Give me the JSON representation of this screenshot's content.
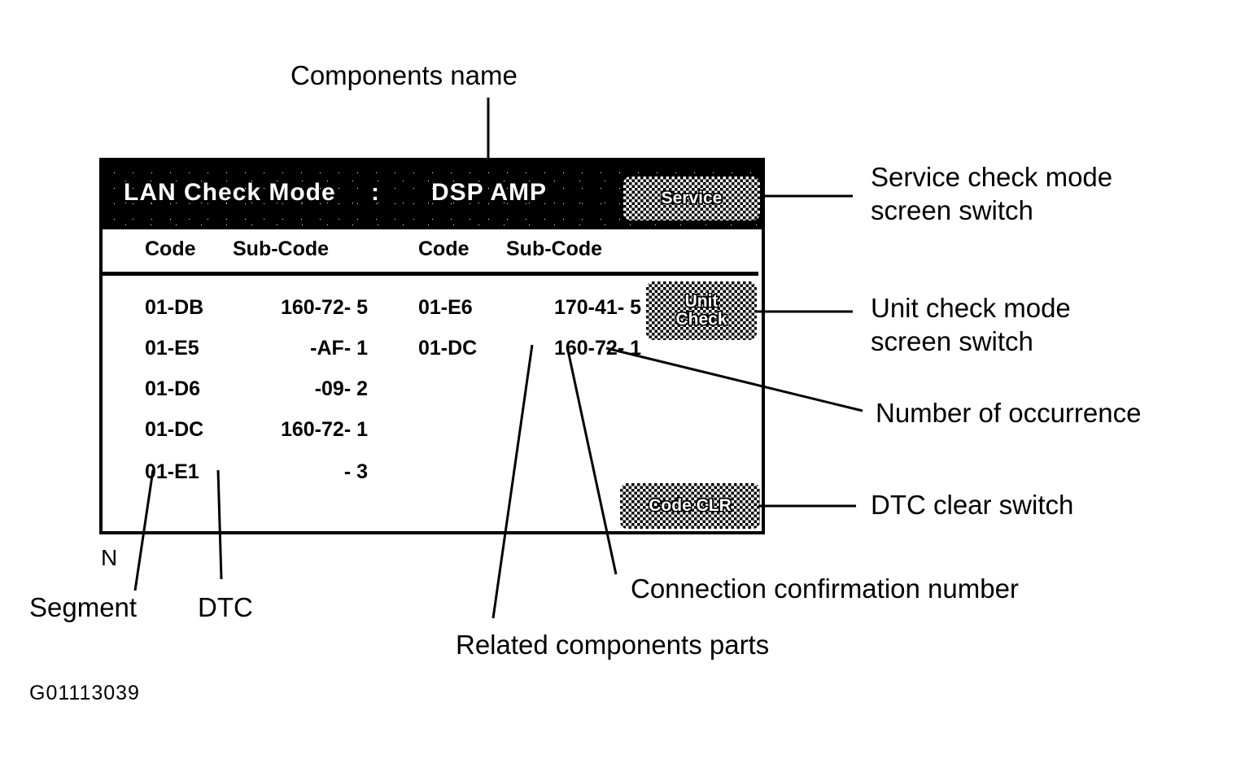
{
  "figure": {
    "id": "G01113039",
    "callout_top": "Components name",
    "marker_n": "N"
  },
  "screen": {
    "header": {
      "mode_label": "LAN Check Mode",
      "separator": ":",
      "component_name": "DSP AMP",
      "service_button": "Service"
    },
    "buttons": {
      "unit_check_line1": "Unit",
      "unit_check_line2": "Check",
      "code_clear": "Code CLR"
    },
    "table": {
      "headers": [
        "Code",
        "Sub-Code",
        "Code",
        "Sub-Code"
      ],
      "rows": [
        {
          "code1": "01-DB",
          "sub1": "160-72- 5",
          "code2": "01-E6",
          "sub2": "170-41- 5"
        },
        {
          "code1": "01-E5",
          "sub1": "-AF- 1",
          "code2": "01-DC",
          "sub2": "160-72- 1"
        },
        {
          "code1": "01-D6",
          "sub1": "-09- 2",
          "code2": "",
          "sub2": ""
        },
        {
          "code1": "01-DC",
          "sub1": "160-72- 1",
          "code2": "",
          "sub2": ""
        },
        {
          "code1": "01-E1",
          "sub1": "- 3",
          "code2": "",
          "sub2": ""
        }
      ]
    }
  },
  "annotations": {
    "service_switch_line1": "Service check mode",
    "service_switch_line2": "screen switch",
    "unit_switch_line1": "Unit check mode",
    "unit_switch_line2": "screen switch",
    "number_of_occurrence": "Number of occurrence",
    "dtc_clear_switch": "DTC clear switch",
    "segment": "Segment",
    "dtc": "DTC",
    "related_components_parts": "Related components parts",
    "connection_confirmation_number": "Connection confirmation number"
  },
  "colors": {
    "background": "#ffffff",
    "ink": "#000000",
    "screen_header_bg": "#000000",
    "screen_body_bg": "#ffffff"
  }
}
